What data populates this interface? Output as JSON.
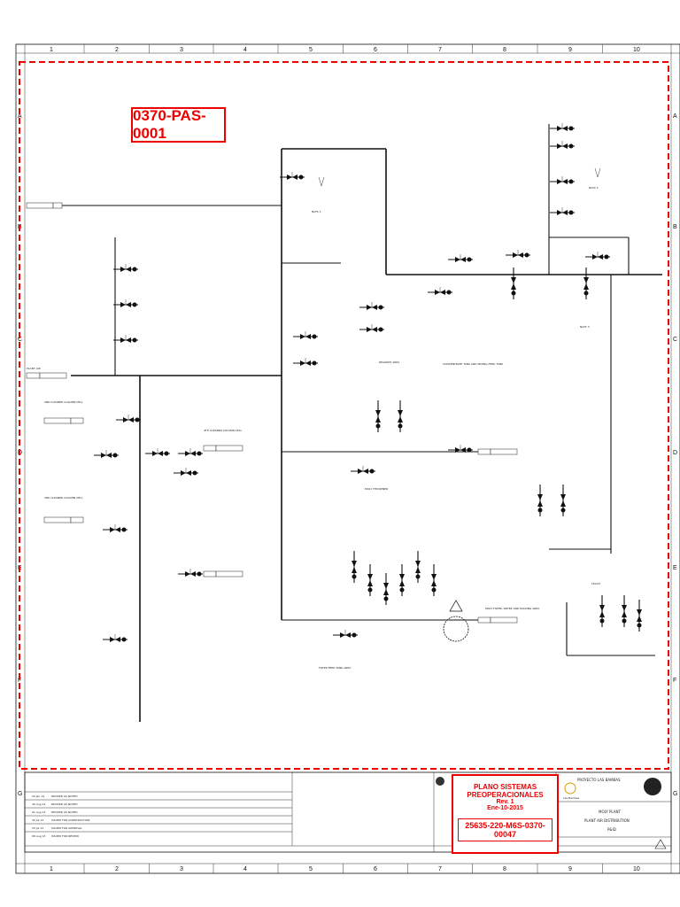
{
  "drawing": {
    "tag": "0370-PAS-0001",
    "stamp": {
      "line1": "PLANO SISTEMAS PREOPERACIONALES",
      "line2": "Rev. 1",
      "line3": "Ene-10-2015",
      "code": "25635-220-M6S-0370-00047"
    },
    "grid_columns": [
      "1",
      "2",
      "3",
      "4",
      "5",
      "6",
      "7",
      "8",
      "9",
      "10"
    ],
    "grid_rows": [
      "A",
      "B",
      "C",
      "D",
      "E",
      "F",
      "G"
    ]
  },
  "title_block": {
    "project": "PROYECTO LAS BAMBAS",
    "title_line1": "MOLY PLANT",
    "title_line2": "PLANT AIR DISTRIBUTION",
    "title_line3": "P&ID",
    "logo_text": "Las Bambas",
    "revisions": [
      {
        "date": "20 Jan 14",
        "desc": "REVISED AS NOTED"
      },
      {
        "date": "30 Aug 14",
        "desc": "REVISED AS NOTED"
      },
      {
        "date": "01 Aug 13",
        "desc": "REVISED AS NOTED"
      },
      {
        "date": "30 Jul 13",
        "desc": "ISSUED FOR CONSTRUCTION"
      },
      {
        "date": "25 Jul 13",
        "desc": "ISSUED FOR APPROVAL"
      },
      {
        "date": "08 Aug 13",
        "desc": "ISSUED FOR REVIEW"
      }
    ]
  },
  "labels": {
    "natc1": "NATC 1",
    "natc2": "NATC 2",
    "natc3": "NATC 3",
    "moly_thickener": "MOLY THICKENER",
    "moly_filter": "MOLY FILTER, DRYER AND PACKING AREA",
    "plant_air": "PLANT AIR",
    "conc_tank": "CONCENTRATE TANK AND MIXING FEED TANK",
    "filter_feed": "FILTER FEED TANK AREA",
    "leach": "LEACH",
    "second_cleaner": "2ND CLEANER COLUMN CELL",
    "third_cleaner": "3RD CLEANER COLUMN CELL",
    "fourth_cleaner": "4TH CLEANER COLUMN CELL",
    "reagent": "REAGENT AREA"
  }
}
